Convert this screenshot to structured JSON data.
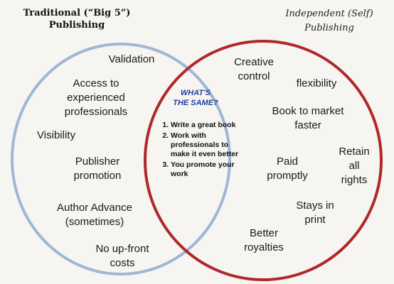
{
  "traditional": {
    "title": "Traditional (“Big 5”)\nPublishing",
    "items": [
      "Validation",
      "Access to\nexperienced\nprofessionals",
      "Visibility",
      "Publisher\npromotion",
      "Author Advance\n(sometimes)",
      "No up-front\ncosts"
    ]
  },
  "independent": {
    "title": "Independent (Self)\nPublishing",
    "items": [
      "Creative\ncontrol",
      "flexibility",
      "Book to market\nfaster",
      "Paid\npromptly",
      "Retain\nall\nrights",
      "Stays in\nprint",
      "Better\nroyalties"
    ]
  },
  "same": {
    "title": "WHAT'S\nTHE SAME?",
    "items": [
      "Write a great book",
      "Work with professionals to make it even better",
      "You promote your work"
    ]
  },
  "colors": {
    "traditional_circle": "#9fb6d4",
    "independent_circle": "#b0282b",
    "same_title": "#1f3f9a"
  }
}
